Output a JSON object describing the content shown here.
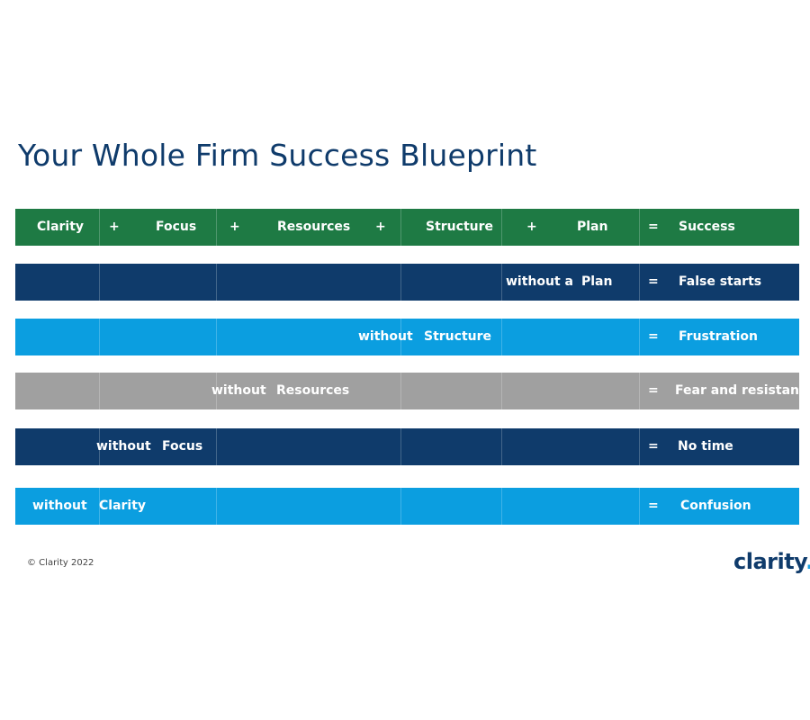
{
  "title": "Your Whole Firm Success Blueprint",
  "colors": {
    "green": "#1e7a44",
    "navy": "#0f3b6b",
    "sky": "#0b9ee0",
    "gray": "#a0a0a0"
  },
  "rows": [
    {
      "color": "#1e7a44",
      "cells": {
        "clarity": "Clarity",
        "plus1": "+",
        "focus": "Focus",
        "plus2": "+",
        "resources": "Resources",
        "plus3": "+",
        "structure": "Structure",
        "plus4": "+",
        "plan": "Plan",
        "eq": "=",
        "result": "Success"
      }
    },
    {
      "color": "#0f3b6b",
      "cells": {
        "without": "without  a",
        "item": "Plan",
        "eq": "=",
        "result": "False starts"
      }
    },
    {
      "color": "#0b9ee0",
      "cells": {
        "without": "without",
        "item": "Structure",
        "eq": "=",
        "result": "Frustration"
      }
    },
    {
      "color": "#a0a0a0",
      "cells": {
        "without": "without",
        "item": "Resources",
        "eq": "=",
        "result": "Fear and resistance"
      }
    },
    {
      "color": "#0f3b6b",
      "cells": {
        "without": "without",
        "item": "Focus",
        "eq": "=",
        "result": "No time"
      }
    },
    {
      "color": "#0b9ee0",
      "cells": {
        "without": "without",
        "item": "Clarity",
        "eq": "=",
        "result": "Confusion"
      }
    }
  ],
  "footer": {
    "copyright": "© Clarity 2022",
    "logo_text": "clarity",
    "logo_dot": "."
  }
}
